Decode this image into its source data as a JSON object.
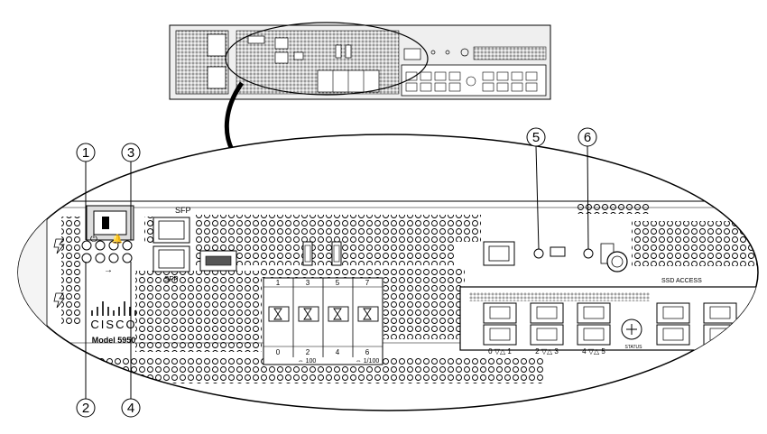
{
  "figure_id": "355741",
  "callouts": [
    "1",
    "2",
    "3",
    "4",
    "5",
    "6"
  ],
  "labels": {
    "sfp": "SFP",
    "brand": "CISCO",
    "model": "Model 5950",
    "port_top": [
      "1",
      "3",
      "5",
      "7"
    ],
    "port_bottom": [
      "0",
      "2",
      "4",
      "6"
    ],
    "speed_a": "⇔ 100",
    "speed_b": "⇔ 1/100",
    "ssd": "SSD ACCESS",
    "status": "STATUS",
    "rj45_pairs": [
      "0 ▽△ 1",
      "2 ▽△ 3",
      "4 ▽△ 5"
    ]
  },
  "colors": {
    "line": "#000000",
    "panel": "#ffffff",
    "device_fill": "#e9e9e9"
  }
}
